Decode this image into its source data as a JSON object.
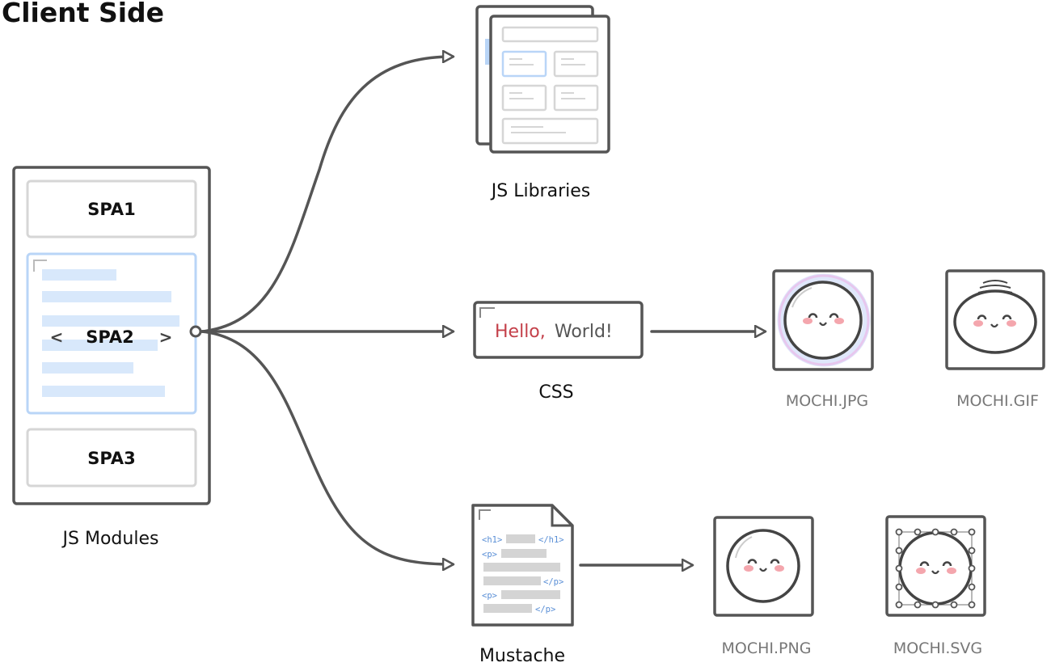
{
  "title": "Client Side",
  "modules": {
    "label": "JS Modules",
    "spa1": "SPA1",
    "spa2": "SPA2",
    "spa3": "SPA3",
    "prev_glyph": "<",
    "next_glyph": ">"
  },
  "targets": {
    "libraries": {
      "label": "JS Libraries",
      "icon": "stacked-pages-icon"
    },
    "css": {
      "label": "CSS",
      "hello_word": "Hello,",
      "world_word": "World!"
    },
    "mustache": {
      "label": "Mustache",
      "tags": [
        "<h1>",
        "</h1>",
        "<p>",
        "</p>",
        "<p>",
        "</p>"
      ]
    }
  },
  "images": {
    "jpg": "MOCHI.JPG",
    "gif": "MOCHI.GIF",
    "png": "MOCHI.PNG",
    "svg": "MOCHI.SVG"
  },
  "colors": {
    "stroke": "#555555",
    "highlight_blue": "#b9d5f7",
    "text_red": "#c4404a",
    "cheek": "#f4a6ad",
    "tag_blue": "#5a8fd6"
  }
}
